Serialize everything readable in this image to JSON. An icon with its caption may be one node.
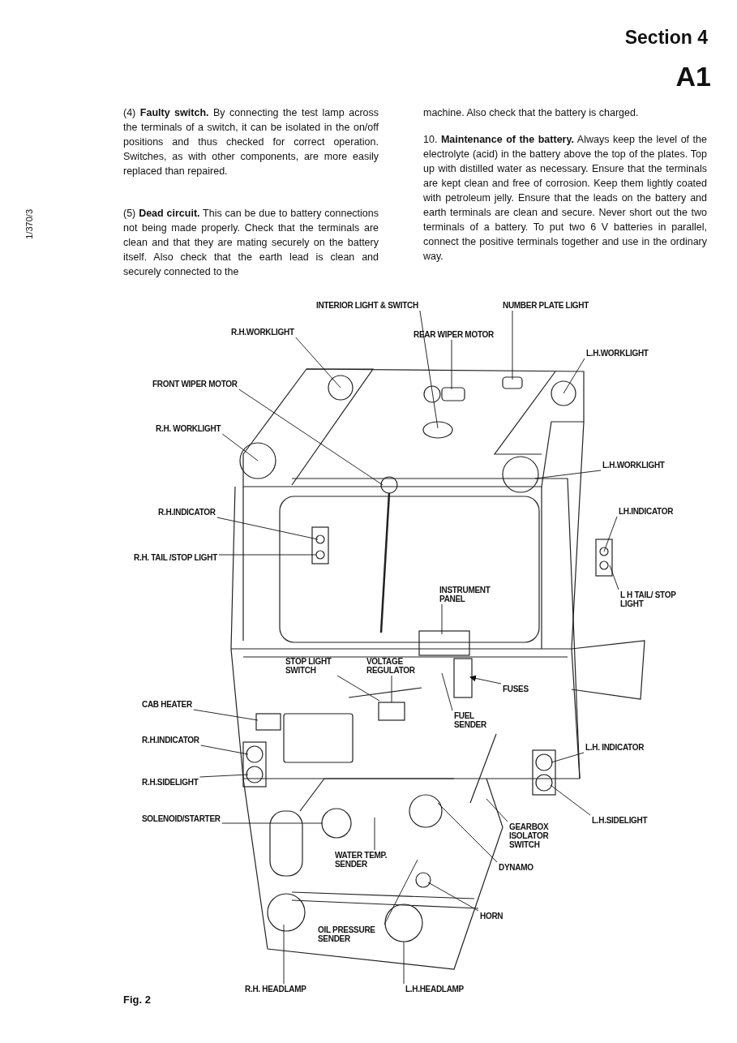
{
  "diagram": {
    "caption": "Fig. 2",
    "nodes": [
      {
        "text": [
          "INTERIOR LIGHT & SWITCH"
        ]
      },
      {
        "text": [
          "NUMBER PLATE LIGHT"
        ]
      },
      {
        "text": [
          "R.H.WORKLIGHT"
        ]
      },
      {
        "text": [
          "REAR WIPER MOTOR"
        ]
      },
      {
        "text": [
          "L.H.WORKLIGHT"
        ]
      },
      {
        "text": [
          "FRONT WIPER MOTOR"
        ]
      },
      {
        "text": [
          "R.H. WORKLIGHT"
        ]
      },
      {
        "text": [
          "L.H.WORKLIGHT"
        ]
      },
      {
        "text": [
          "R.H.INDICATOR"
        ]
      },
      {
        "text": [
          "LH.INDICATOR"
        ]
      },
      {
        "text": [
          "R.H. TAIL /STOP LIGHT"
        ]
      },
      {
        "text": [
          "INSTRUMENT PANEL"
        ]
      },
      {
        "text": [
          "L H TAIL/ STOP LIGHT"
        ]
      },
      {
        "text": [
          "STOP LIGHT SWITCH"
        ]
      },
      {
        "text": [
          "VOLTAGE REGULATOR"
        ]
      },
      {
        "text": [
          "FUSES"
        ]
      },
      {
        "text": [
          "CAB HEATER"
        ]
      },
      {
        "text": [
          "FUEL SENDER"
        ]
      },
      {
        "text": [
          "R.H.INDICATOR"
        ]
      },
      {
        "text": [
          "L.H. INDICATOR"
        ]
      },
      {
        "text": [
          "R.H.SIDELIGHT"
        ]
      },
      {
        "text": [
          "SOLENOID/STARTER"
        ]
      },
      {
        "text": [
          "GEARBOX ISOLATOR SWITCH"
        ]
      },
      {
        "text": [
          "L.H.SIDELIGHT"
        ]
      },
      {
        "text": [
          "WATER TEMP. SENDER"
        ]
      },
      {
        "text": [
          "DYNAMO"
        ]
      },
      {
        "text": [
          "HORN"
        ]
      },
      {
        "text": [
          "OIL PRESSURE SENDER"
        ]
      },
      {
        "text": [
          "R.H. HEADLAMP"
        ]
      },
      {
        "text": [
          "L.H.HEADLAMP"
        ]
      }
    ],
    "edges": [
      {
        "from": 0,
        "to": null,
        "arrow": "none"
      },
      {
        "from": 1,
        "to": null,
        "arrow": "none"
      },
      {
        "from": 2,
        "to": null,
        "arrow": "none"
      },
      {
        "from": 3,
        "to": null,
        "arrow": "none"
      },
      {
        "from": 4,
        "to": null,
        "arrow": "none"
      },
      {
        "from": 5,
        "to": null,
        "arrow": "none"
      },
      {
        "from": 6,
        "to": null,
        "arrow": "none"
      },
      {
        "from": 7,
        "to": null,
        "arrow": "none"
      },
      {
        "from": 8,
        "to": null,
        "arrow": "none"
      },
      {
        "from": 9,
        "to": null,
        "arrow": "none"
      },
      {
        "from": 10,
        "to": null,
        "arrow": "none"
      },
      {
        "from": 11,
        "to": null,
        "arrow": "none"
      },
      {
        "from": 12,
        "to": null,
        "arrow": "none"
      },
      {
        "from": 13,
        "to": null,
        "arrow": "none"
      },
      {
        "from": 14,
        "to": null,
        "arrow": "none"
      },
      {
        "from": 15,
        "to": null,
        "arrow": "to"
      },
      {
        "from": 16,
        "to": null,
        "arrow": "none"
      },
      {
        "from": 17,
        "to": null,
        "arrow": "none"
      },
      {
        "from": 18,
        "to": null,
        "arrow": "none"
      },
      {
        "from": 19,
        "to": null,
        "arrow": "none"
      },
      {
        "from": 20,
        "to": null,
        "arrow": "none"
      },
      {
        "from": 21,
        "to": null,
        "arrow": "none"
      },
      {
        "from": 22,
        "to": null,
        "arrow": "none"
      },
      {
        "from": 23,
        "to": null,
        "arrow": "none"
      },
      {
        "from": 24,
        "to": null,
        "arrow": "none"
      },
      {
        "from": 25,
        "to": null,
        "arrow": "none"
      },
      {
        "from": 26,
        "to": null,
        "arrow": "none"
      },
      {
        "from": 27,
        "to": null,
        "arrow": "none"
      },
      {
        "from": 28,
        "to": null,
        "arrow": "none"
      },
      {
        "from": 29,
        "to": null,
        "arrow": "none"
      }
    ],
    "labels": [
      "Section 4",
      "A1",
      "1/370/3",
      "(4) **Faulty switch.** By connecting the test lamp across the terminals of a switch, it can be isolated in the on/off positions and thus checked for correct operation. Switches, as with other components, are more easily replaced than repaired.",
      "(5) **Dead circuit.** This can be due to battery connections not being made properly. Check that the terminals are clean and that they are mating securely on the battery itself. Also check that the earth lead is clean and securely connected to the",
      "machine. Also check that the battery is charged.",
      "10. **Maintenance of the battery.** Always keep the level of the electrolyte (acid) in the battery above the top of the plates. Top up with distilled water as necessary. Ensure that the terminals are kept clean and free of corrosion. Keep them lightly coated with petroleum jelly. Ensure that the leads on the battery and earth terminals are clean and secure. Never short out the two terminals of a battery. To put two 6 V batteries in parallel, connect the positive terminals together and use in the ordinary way."
    ]
  }
}
